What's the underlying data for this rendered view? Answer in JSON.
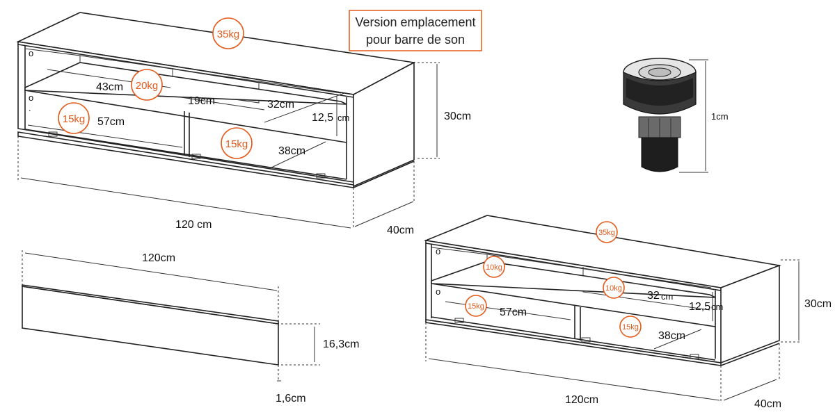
{
  "note": {
    "line1": "Version emplacement",
    "line2": "pour barre de son"
  },
  "colors": {
    "accent": "#e35a1a",
    "stroke": "#222222"
  },
  "cabinet_top": {
    "weight_top": "35kg",
    "weight_upper": "20kg",
    "weight_left": "15kg",
    "weight_right": "15kg",
    "d_43": "43cm",
    "d_19": "19cm",
    "d_32": "32cm",
    "d_125": "12,5",
    "d_125_unit": "cm",
    "d_57": "57cm",
    "d_38": "38cm",
    "height": "30cm",
    "width": "120 cm",
    "depth": "40cm"
  },
  "foot": {
    "height": "1cm"
  },
  "panel": {
    "width": "120cm",
    "height": "16,3cm",
    "thickness": "1,6cm"
  },
  "cabinet_bottom": {
    "weight_top": "35kg",
    "weight_upper_left": "10kg",
    "weight_upper_right": "10kg",
    "weight_left": "15kg",
    "weight_right": "15kg",
    "d_32": "32",
    "d_32_unit": "cm",
    "d_125": "12,5",
    "d_125_unit": "cm",
    "d_57": "57cm",
    "d_38": "38cm",
    "height": "30cm",
    "width": "120cm",
    "depth": "40cm"
  }
}
